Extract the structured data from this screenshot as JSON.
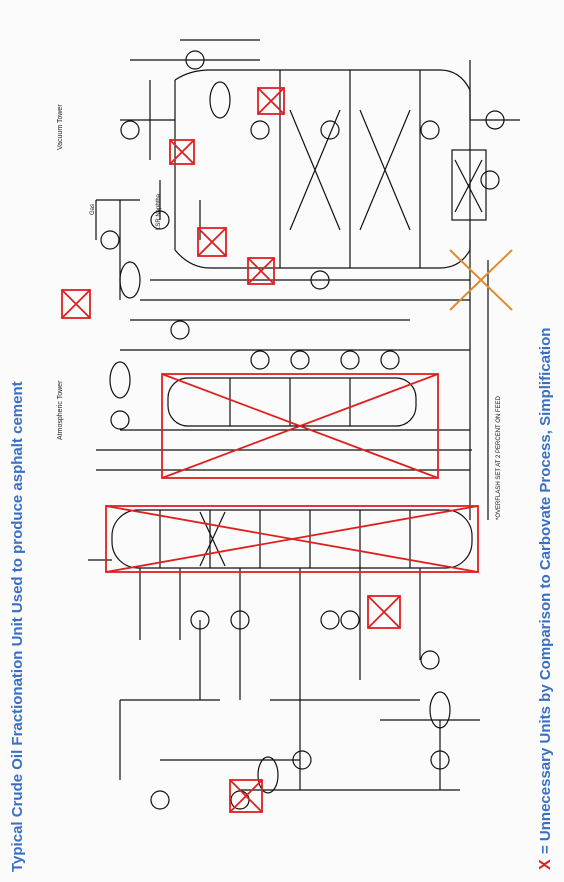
{
  "title": "Typical Crude Oil Fractionation Unit Used to produce asphalt cement",
  "footer": {
    "x_symbol": "X",
    "text": "= Unnecessary Units by Comparison to Carbovate Process, Simplification"
  },
  "labels": {
    "atmospheric_tower": "Atmospheric Tower",
    "vacuum_tower": "Vacuum Tower",
    "gas": "Gas",
    "lsr_naphtha": "LSR Naphtha",
    "footnote": "*OVERFLASH SET AT 2 PERCENT ON FEED"
  },
  "colors": {
    "title_blue": "#3a6fc4",
    "cross_red": "#e02020",
    "cross_orange": "#e08a2c",
    "line_black": "#111111"
  }
}
